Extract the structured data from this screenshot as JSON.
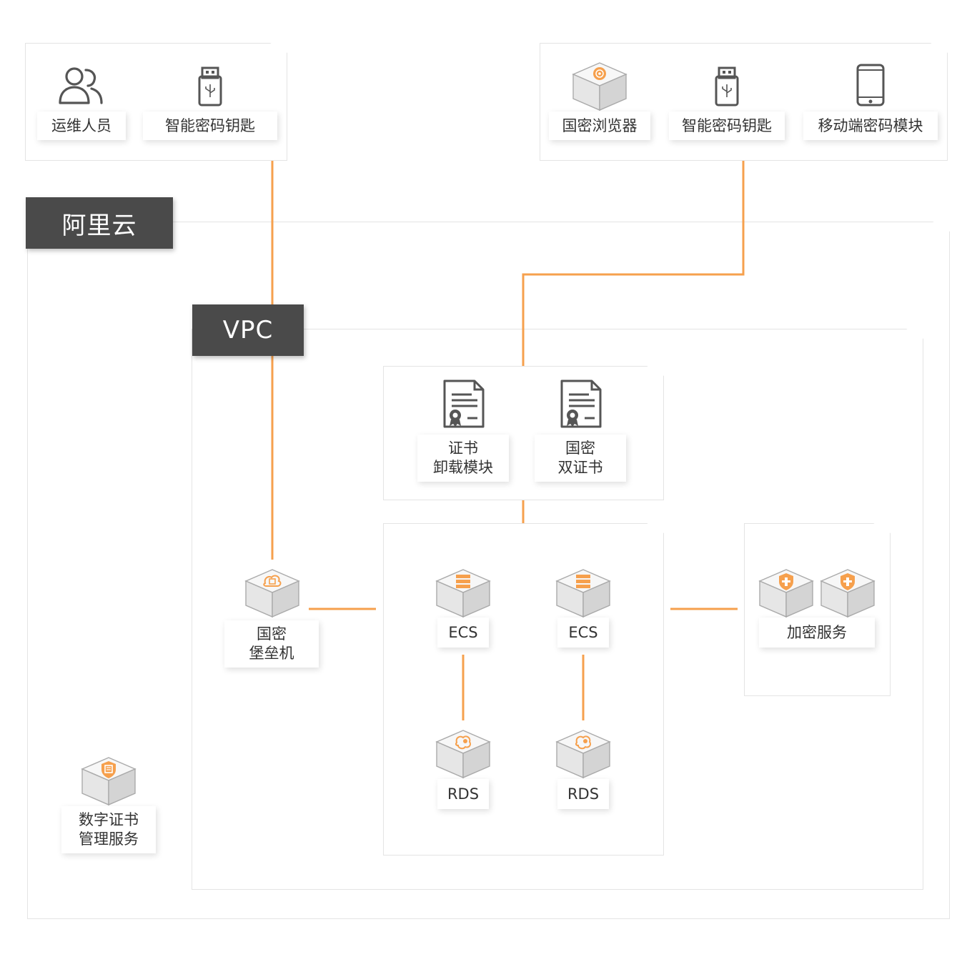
{
  "colors": {
    "accent": "#f6a04d",
    "tag_bg": "#4a4a4a",
    "icon_gray": "#555555"
  },
  "containers": {
    "cloud": {
      "label": "阿里云"
    },
    "vpc": {
      "label": "VPC"
    }
  },
  "top_left": {
    "ops_user": {
      "icon": "users-icon",
      "label": "运维人员"
    },
    "smart_key": {
      "icon": "usb-key-icon",
      "label": "智能密码钥匙"
    }
  },
  "top_right": {
    "browser": {
      "icon": "browser-cube-icon",
      "label": "国密浏览器"
    },
    "smart_key": {
      "icon": "usb-key-icon",
      "label": "智能密码钥匙"
    },
    "mobile": {
      "icon": "mobile-phone-icon",
      "label": "移动端密码模块"
    }
  },
  "cert_group": {
    "offload": {
      "icon": "certificate-icon",
      "line1": "证书",
      "line2": "卸载模块"
    },
    "dual": {
      "icon": "certificate-icon",
      "line1": "国密",
      "line2": "双证书"
    }
  },
  "bastion": {
    "icon": "bastion-cube-icon",
    "line1": "国密",
    "line2": "堡垒机"
  },
  "ecs": [
    {
      "icon": "server-cube-icon",
      "label": "ECS"
    },
    {
      "icon": "server-cube-icon",
      "label": "ECS"
    }
  ],
  "rds": [
    {
      "icon": "database-cube-icon",
      "label": "RDS"
    },
    {
      "icon": "database-cube-icon",
      "label": "RDS"
    }
  ],
  "encryption": {
    "icon": "shield-cube-icon",
    "label": "加密服务"
  },
  "cert_mgmt": {
    "icon": "shield-cube-icon",
    "line1": "数字证书",
    "line2": "管理服务"
  }
}
